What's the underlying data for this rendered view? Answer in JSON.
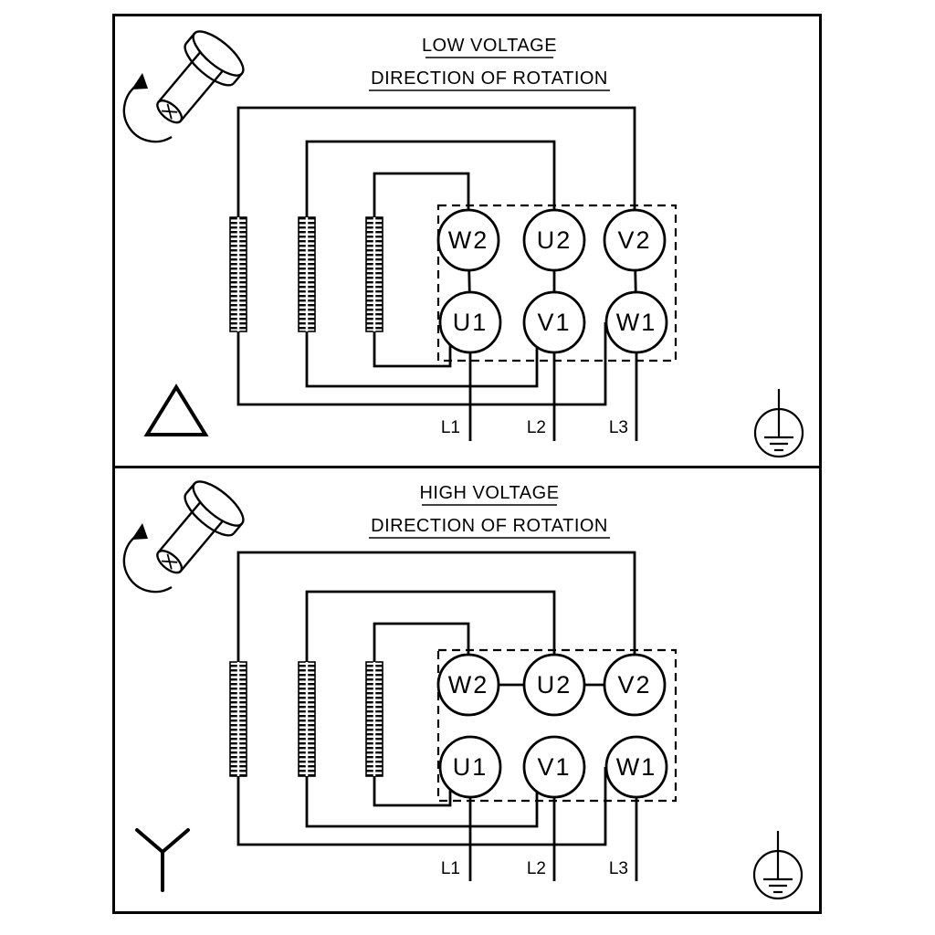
{
  "diagram": {
    "type": "motor-terminal-wiring-diagram",
    "colors": {
      "line": "#000000",
      "background": "#ffffff"
    },
    "icons": {
      "rotation": "shaft-rotation-icon",
      "low_connection": "delta-icon",
      "high_connection": "star-icon",
      "earth": "earth-ground-icon"
    },
    "panels": [
      {
        "title": "LOW VOLTAGE",
        "subtitle": "DIRECTION OF ROTATION",
        "connection": "delta",
        "terminals": [
          "W2",
          "U2",
          "V2",
          "U1",
          "V1",
          "W1"
        ],
        "leads": [
          "L1",
          "L2",
          "L3"
        ]
      },
      {
        "title": "HIGH VOLTAGE",
        "subtitle": "DIRECTION OF ROTATION",
        "connection": "star",
        "terminals": [
          "W2",
          "U2",
          "V2",
          "U1",
          "V1",
          "W1"
        ],
        "leads": [
          "L1",
          "L2",
          "L3"
        ]
      }
    ]
  }
}
